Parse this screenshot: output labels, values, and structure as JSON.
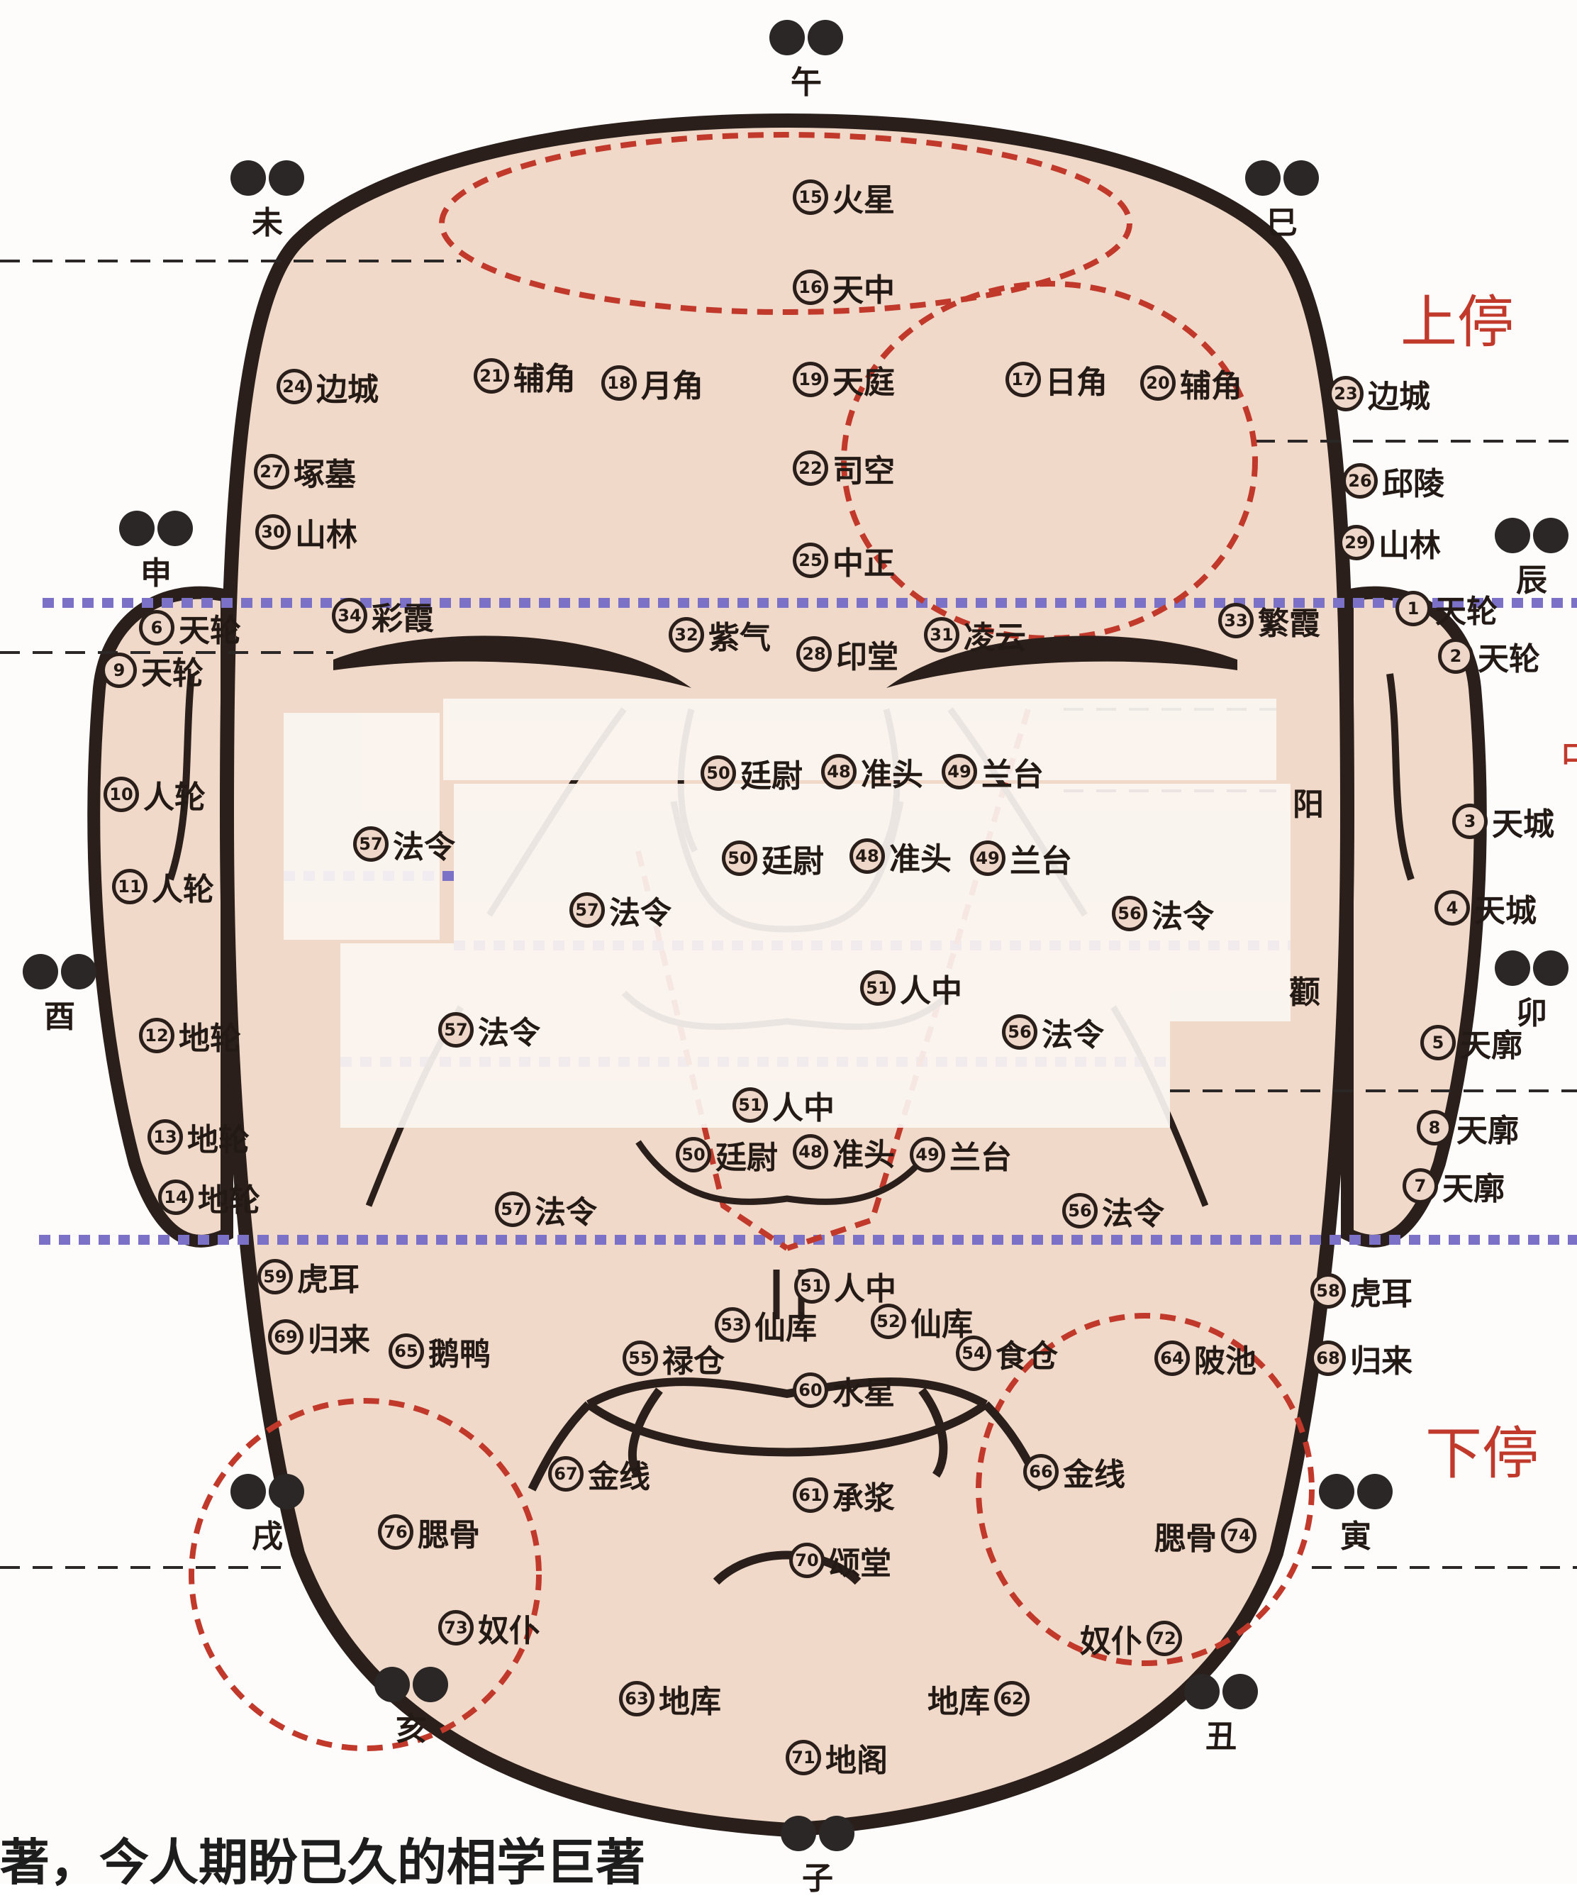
{
  "colors": {
    "skin": "#f1d9ca",
    "outline": "#2a1f1a",
    "red_dash": "#c0392b",
    "purple_dash": "#7b72c8",
    "zone_text": "#c0392b"
  },
  "zones": {
    "upper": "上停",
    "lower": "下停"
  },
  "branches": {
    "wu": "午",
    "wei": "未",
    "si": "巳",
    "shen": "申",
    "chen": "辰",
    "you": "酉",
    "mao": "卯",
    "xu": "戌",
    "yin": "寅",
    "hai": "亥",
    "chou": "丑",
    "zi": "子"
  },
  "points": {
    "p15": {
      "num": "15",
      "label": "火星"
    },
    "p16": {
      "num": "16",
      "label": "天中"
    },
    "p19": {
      "num": "19",
      "label": "天庭"
    },
    "p22": {
      "num": "22",
      "label": "司空"
    },
    "p25": {
      "num": "25",
      "label": "中正"
    },
    "p28": {
      "num": "28",
      "label": "印堂"
    },
    "p32": {
      "num": "32",
      "label": "紫气"
    },
    "p31": {
      "num": "31",
      "label": "凌云"
    },
    "p21": {
      "num": "21",
      "label": "辅角"
    },
    "p18": {
      "num": "18",
      "label": "月角"
    },
    "p17": {
      "num": "17",
      "label": "日角"
    },
    "p20": {
      "num": "20",
      "label": "辅角"
    },
    "p24": {
      "num": "24",
      "label": "边城"
    },
    "p23": {
      "num": "23",
      "label": "边城"
    },
    "p27": {
      "num": "27",
      "label": "塚墓"
    },
    "p26": {
      "num": "26",
      "label": "邱陵"
    },
    "p30": {
      "num": "30",
      "label": "山林"
    },
    "p29": {
      "num": "29",
      "label": "山林"
    },
    "p34": {
      "num": "34",
      "label": "彩霞"
    },
    "p33": {
      "num": "33",
      "label": "繁霞"
    },
    "p6": {
      "num": "6",
      "label": "天轮"
    },
    "p9": {
      "num": "9",
      "label": "天轮"
    },
    "p1": {
      "num": "1",
      "label": "天轮"
    },
    "p2": {
      "num": "2",
      "label": "天轮"
    },
    "p10": {
      "num": "10",
      "label": "人轮"
    },
    "p11": {
      "num": "11",
      "label": "人轮"
    },
    "p3": {
      "num": "3",
      "label": "天城"
    },
    "p4": {
      "num": "4",
      "label": "天城"
    },
    "p12": {
      "num": "12",
      "label": "地轮"
    },
    "p13": {
      "num": "13",
      "label": "地轮"
    },
    "p14": {
      "num": "14",
      "label": "地轮"
    },
    "p5": {
      "num": "5",
      "label": "天廓"
    },
    "p8": {
      "num": "8",
      "label": "天廓"
    },
    "p7": {
      "num": "7",
      "label": "天廓"
    },
    "p50a": {
      "num": "50",
      "label": "廷尉"
    },
    "p48a": {
      "num": "48",
      "label": "准头"
    },
    "p49a": {
      "num": "49",
      "label": "兰台"
    },
    "p50b": {
      "num": "50",
      "label": "廷尉"
    },
    "p48b": {
      "num": "48",
      "label": "准头"
    },
    "p49b": {
      "num": "49",
      "label": "兰台"
    },
    "p50c": {
      "num": "50",
      "label": "廷尉"
    },
    "p48c": {
      "num": "48",
      "label": "准头"
    },
    "p49c": {
      "num": "49",
      "label": "兰台"
    },
    "p57a": {
      "num": "57",
      "label": "法令"
    },
    "p57b": {
      "num": "57",
      "label": "法令"
    },
    "p57c": {
      "num": "57",
      "label": "法令"
    },
    "p57d": {
      "num": "57",
      "label": "法令"
    },
    "p56a": {
      "num": "56",
      "label": "法令"
    },
    "p56b": {
      "num": "56",
      "label": "法令"
    },
    "p56c": {
      "num": "56",
      "label": "法令"
    },
    "p51a": {
      "num": "51",
      "label": "人中"
    },
    "p51b": {
      "num": "51",
      "label": "人中"
    },
    "p51c": {
      "num": "51",
      "label": "人中"
    },
    "p59": {
      "num": "59",
      "label": "虎耳"
    },
    "p58": {
      "num": "58",
      "label": "虎耳"
    },
    "p69": {
      "num": "69",
      "label": "归来"
    },
    "p68": {
      "num": "68",
      "label": "归来"
    },
    "p65": {
      "num": "65",
      "label": "鹅鸭"
    },
    "p55": {
      "num": "55",
      "label": "禄仓"
    },
    "p53": {
      "num": "53",
      "label": "仙库"
    },
    "p52": {
      "num": "52",
      "label": "仙库"
    },
    "p54": {
      "num": "54",
      "label": "食仓"
    },
    "p64": {
      "num": "64",
      "label": "陂池"
    },
    "p60": {
      "num": "60",
      "label": "水星"
    },
    "p67": {
      "num": "67",
      "label": "金线"
    },
    "p66": {
      "num": "66",
      "label": "金线"
    },
    "p61": {
      "num": "61",
      "label": "承浆"
    },
    "p76": {
      "num": "76",
      "label": "腮骨"
    },
    "p74": {
      "num": "74",
      "label": "腮骨"
    },
    "p70": {
      "num": "70",
      "label": "颂堂"
    },
    "p73": {
      "num": "73",
      "label": "奴仆"
    },
    "p72": {
      "num": "72",
      "label": "奴仆"
    },
    "p63": {
      "num": "63",
      "label": "地库"
    },
    "p62": {
      "num": "62",
      "label": "地库"
    },
    "p71": {
      "num": "71",
      "label": "地阁"
    }
  },
  "fragments": {
    "yang": "阳",
    "quan": "颧",
    "zhong": "中"
  },
  "caption": "著，今人期盼已久的相学巨著"
}
